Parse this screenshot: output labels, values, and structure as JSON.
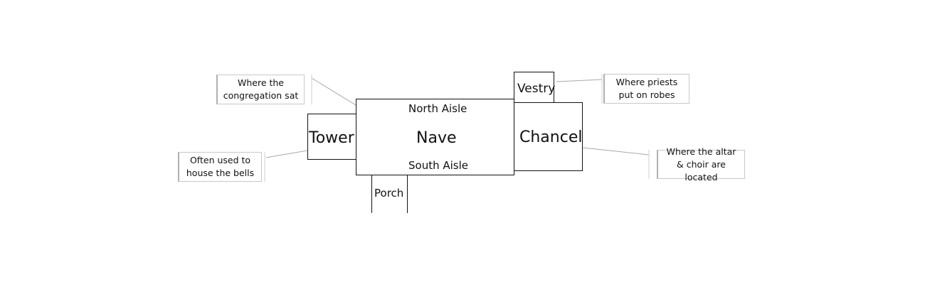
{
  "rooms": {
    "nave": "Nave",
    "north_aisle": "North Aisle",
    "south_aisle": "South Aisle",
    "tower": "Tower",
    "chancel": "Chancel",
    "vestry": "Vestry",
    "porch": "Porch"
  },
  "notes": {
    "congregation": "Where the congregation sat",
    "robes": "Where priests put on robes",
    "bells": "Often used to house the bells",
    "altar": "Where the altar & choir are located"
  }
}
